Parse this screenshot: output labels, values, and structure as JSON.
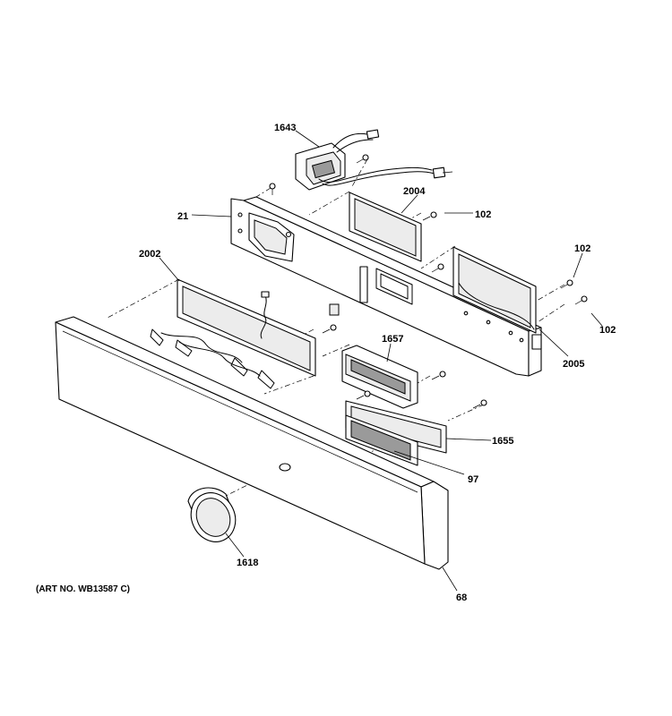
{
  "labels": {
    "p1643": "1643",
    "p2004": "2004",
    "p21": "21",
    "p102a": "102",
    "p102b": "102",
    "p102c": "102",
    "p2002": "2002",
    "p2005": "2005",
    "p1657": "1657",
    "p1655": "1655",
    "p97": "97",
    "p1618": "1618",
    "p68": "68"
  },
  "art_note": "(ART NO. WB13587 C)"
}
